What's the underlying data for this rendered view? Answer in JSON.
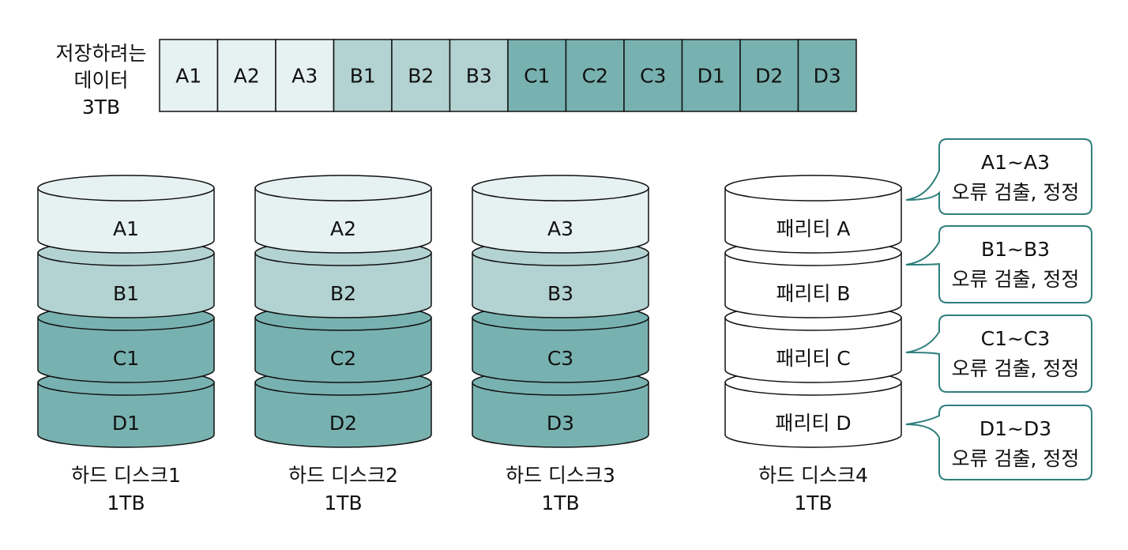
{
  "source_data": {
    "label_lines": [
      "저장하려는",
      "데이터",
      "3TB"
    ],
    "blocks": [
      {
        "label": "A1",
        "group": "A"
      },
      {
        "label": "A2",
        "group": "A"
      },
      {
        "label": "A3",
        "group": "A"
      },
      {
        "label": "B1",
        "group": "B"
      },
      {
        "label": "B2",
        "group": "B"
      },
      {
        "label": "B3",
        "group": "B"
      },
      {
        "label": "C1",
        "group": "C"
      },
      {
        "label": "C2",
        "group": "C"
      },
      {
        "label": "C3",
        "group": "C"
      },
      {
        "label": "D1",
        "group": "D"
      },
      {
        "label": "D2",
        "group": "D"
      },
      {
        "label": "D3",
        "group": "D"
      }
    ]
  },
  "colors": {
    "A": "#e6f1f1",
    "B": "#b3d3d2",
    "C": "#78b2b0",
    "D": "#78b2b0",
    "parity": "#ffffff",
    "stroke": "#111111",
    "callout_border": "#2e7f7c"
  },
  "disks": [
    {
      "name": "하드 디스크1",
      "size": "1TB",
      "layers": [
        {
          "label": "A1",
          "group": "A"
        },
        {
          "label": "B1",
          "group": "B"
        },
        {
          "label": "C1",
          "group": "C"
        },
        {
          "label": "D1",
          "group": "D"
        }
      ]
    },
    {
      "name": "하드 디스크2",
      "size": "1TB",
      "layers": [
        {
          "label": "A2",
          "group": "A"
        },
        {
          "label": "B2",
          "group": "B"
        },
        {
          "label": "C2",
          "group": "C"
        },
        {
          "label": "D2",
          "group": "D"
        }
      ]
    },
    {
      "name": "하드 디스크3",
      "size": "1TB",
      "layers": [
        {
          "label": "A3",
          "group": "A"
        },
        {
          "label": "B3",
          "group": "B"
        },
        {
          "label": "C3",
          "group": "C"
        },
        {
          "label": "D3",
          "group": "D"
        }
      ]
    },
    {
      "name": "하드 디스크4",
      "size": "1TB",
      "layers": [
        {
          "label": "패리티 A",
          "group": "parity"
        },
        {
          "label": "패리티 B",
          "group": "parity"
        },
        {
          "label": "패리티 C",
          "group": "parity"
        },
        {
          "label": "패리티 D",
          "group": "parity"
        }
      ]
    }
  ],
  "callouts": [
    {
      "line1": "A1~A3",
      "line2": "오류 검출, 정정"
    },
    {
      "line1": "B1~B3",
      "line2": "오류 검출, 정정"
    },
    {
      "line1": "C1~C3",
      "line2": "오류 검출, 정정"
    },
    {
      "line1": "D1~D3",
      "line2": "오류 검출, 정정"
    }
  ]
}
